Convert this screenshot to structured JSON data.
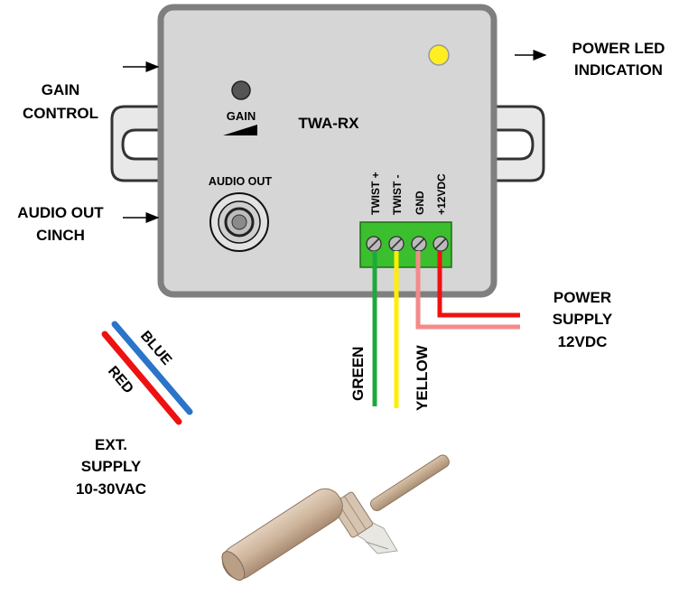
{
  "device": {
    "model": "TWA-RX",
    "gain_label": "GAIN",
    "audio_out_label": "AUDIO OUT",
    "body_color": "#d6d6d6",
    "led_color": "#ffee22"
  },
  "terminals": [
    {
      "label": "TWIST +"
    },
    {
      "label": "TWIST -"
    },
    {
      "label": "GND"
    },
    {
      "label": "+12VDC"
    }
  ],
  "callouts": {
    "gain_control": [
      "GAIN",
      "CONTROL"
    ],
    "audio_out_cinch": [
      "AUDIO OUT",
      "CINCH"
    ],
    "power_led": [
      "POWER LED",
      "INDICATION"
    ],
    "power_supply": [
      "POWER",
      "SUPPLY",
      "12VDC"
    ],
    "ext_supply": [
      "EXT.",
      "SUPPLY",
      "10-30VAC"
    ]
  },
  "wires": {
    "green": "GREEN",
    "yellow": "YELLOW",
    "blue": "BLUE",
    "red": "RED",
    "colors": {
      "green": "#1fa83c",
      "yellow": "#ffee00",
      "pink": "#f48a8a",
      "red": "#ee1111",
      "blue": "#2a74c9"
    }
  }
}
